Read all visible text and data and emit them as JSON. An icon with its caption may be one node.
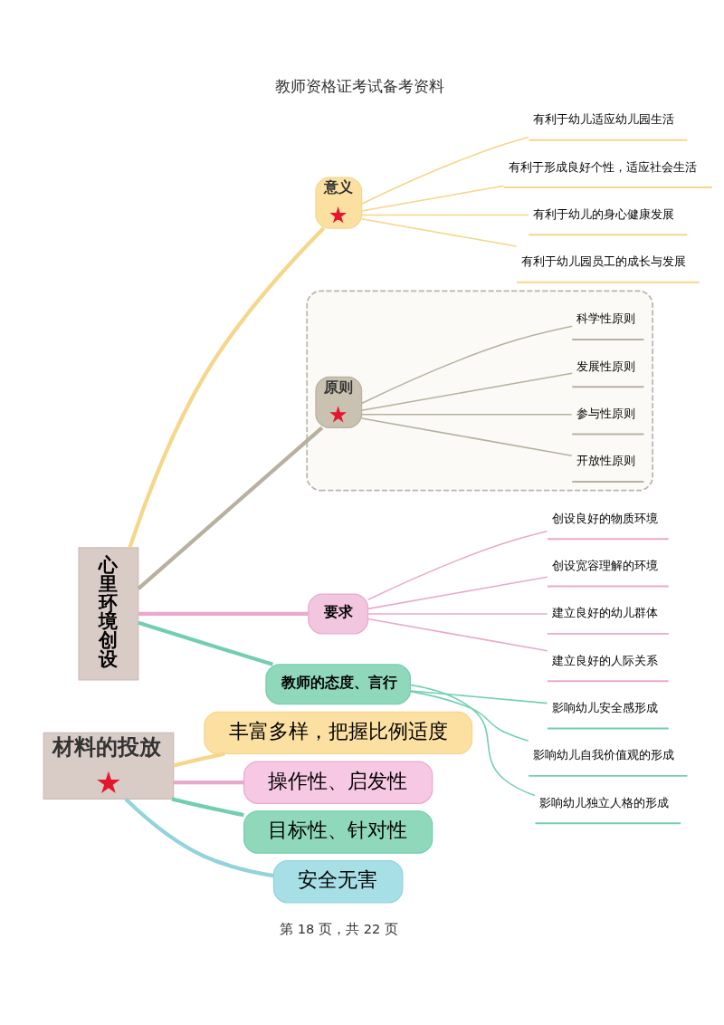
{
  "diagram": {
    "title": "教师资格证考试备考资料",
    "nodes": [
      {
        "text": [
          "心里环境创设"
        ]
      },
      {
        "text": [
          "意义"
        ]
      },
      {
        "text": [],
        "shape": "star",
        "in": 1
      },
      {
        "text": [
          "有利于幼儿适应幼儿园生活"
        ]
      },
      {
        "text": [
          "有利于形成良好个性，适应社会生活"
        ]
      },
      {
        "text": [
          "有利于幼儿的身心健康发展"
        ]
      },
      {
        "text": [
          "有利于幼儿园员工的成长与发展"
        ]
      },
      {
        "text": [],
        "shape": "box"
      },
      {
        "text": [
          "原则"
        ],
        "in": 7
      },
      {
        "text": [],
        "shape": "star",
        "in": 8
      },
      {
        "text": [
          "科学性原则"
        ],
        "in": 7
      },
      {
        "text": [
          "发展性原则"
        ],
        "in": 7
      },
      {
        "text": [
          "参与性原则"
        ],
        "in": 7
      },
      {
        "text": [
          "开放性原则"
        ],
        "in": 7
      },
      {
        "text": [
          "要求"
        ]
      },
      {
        "text": [
          "创设良好的物质环境"
        ]
      },
      {
        "text": [
          "创设宽容理解的环境"
        ]
      },
      {
        "text": [
          "建立良好的幼儿群体"
        ]
      },
      {
        "text": [
          "建立良好的人际关系"
        ]
      },
      {
        "text": [
          "教师的态度、言行"
        ]
      },
      {
        "text": [
          "影响幼儿安全感形成"
        ]
      },
      {
        "text": [
          "影响幼儿自我价值观的形成"
        ]
      },
      {
        "text": [
          "影响幼儿独立人格的形成"
        ]
      },
      {
        "text": [
          "材料的投放"
        ]
      },
      {
        "text": [],
        "shape": "star",
        "in": 23
      },
      {
        "text": [
          "丰富多样，把握比例适度"
        ]
      },
      {
        "text": [
          "操作性、启发性"
        ]
      },
      {
        "text": [
          "目标性、针对性"
        ]
      },
      {
        "text": [
          "安全无害"
        ]
      }
    ],
    "edges": [
      {
        "from": 0,
        "to": 1,
        "arrow": "none",
        "style": "thick",
        "color": "#f5d68a"
      },
      {
        "from": 1,
        "to": 3,
        "arrow": "none",
        "color": "#f5d68a"
      },
      {
        "from": 1,
        "to": 4,
        "arrow": "none",
        "color": "#f5d68a"
      },
      {
        "from": 1,
        "to": 5,
        "arrow": "none",
        "color": "#f5d68a"
      },
      {
        "from": 1,
        "to": 6,
        "arrow": "none",
        "color": "#f5d68a"
      },
      {
        "from": 0,
        "to": 8,
        "arrow": "none",
        "style": "thick",
        "color": "#b8b19f"
      },
      {
        "from": 8,
        "to": 10,
        "arrow": "none",
        "color": "#b8b19f"
      },
      {
        "from": 8,
        "to": 11,
        "arrow": "none",
        "color": "#b8b19f"
      },
      {
        "from": 8,
        "to": 12,
        "arrow": "none",
        "color": "#b8b19f"
      },
      {
        "from": 8,
        "to": 13,
        "arrow": "none",
        "color": "#b8b19f"
      },
      {
        "from": 0,
        "to": 14,
        "arrow": "none",
        "style": "thick",
        "color": "#eaa9cb"
      },
      {
        "from": 14,
        "to": 15,
        "arrow": "none",
        "color": "#eaa9cb"
      },
      {
        "from": 14,
        "to": 16,
        "arrow": "none",
        "color": "#eaa9cb"
      },
      {
        "from": 14,
        "to": 17,
        "arrow": "none",
        "color": "#eaa9cb"
      },
      {
        "from": 14,
        "to": 18,
        "arrow": "none",
        "color": "#eaa9cb"
      },
      {
        "from": 0,
        "to": 19,
        "arrow": "none",
        "style": "thick",
        "color": "#72cfae"
      },
      {
        "from": 19,
        "to": 20,
        "arrow": "none",
        "color": "#72cfae"
      },
      {
        "from": 19,
        "to": 21,
        "arrow": "none",
        "color": "#72cfae"
      },
      {
        "from": 19,
        "to": 22,
        "arrow": "none",
        "color": "#72cfae"
      },
      {
        "from": 23,
        "to": 25,
        "arrow": "none",
        "style": "thick",
        "color": "#f5d68a"
      },
      {
        "from": 23,
        "to": 26,
        "arrow": "none",
        "style": "thick",
        "color": "#eaa9cb"
      },
      {
        "from": 23,
        "to": 27,
        "arrow": "none",
        "style": "thick",
        "color": "#72cfae"
      },
      {
        "from": 23,
        "to": 28,
        "arrow": "none",
        "style": "thick",
        "color": "#92d3dc"
      }
    ],
    "labels": [
      "第 18 页，共 22 页"
    ]
  }
}
